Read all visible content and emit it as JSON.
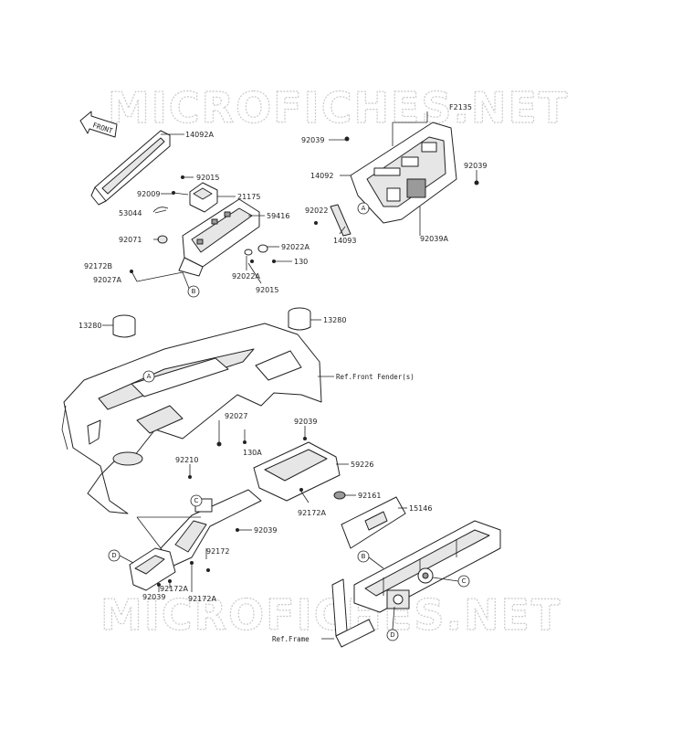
{
  "watermark": {
    "top": "MICROFICHES.NET",
    "bottom": "MICROFICHES.NET"
  },
  "front_arrow_label": "FRONT",
  "part_labels": [
    "14092A",
    "92015",
    "92009",
    "21175",
    "53044",
    "59416",
    "92071",
    "92022A",
    "92022A",
    "92172B",
    "130",
    "92027A",
    "92015",
    "F2135",
    "92039",
    "92039",
    "14092",
    "92022",
    "14093",
    "92039A",
    "13280",
    "13280",
    "Ref.Front Fender(s)",
    "92027",
    "92039",
    "130A",
    "59226",
    "92210",
    "92161",
    "92172A",
    "15146",
    "92039",
    "92172",
    "92172A",
    "92039",
    "92172A",
    "Ref.Frame"
  ],
  "callouts": [
    "A",
    "B",
    "A",
    "C",
    "D",
    "B",
    "C",
    "D"
  ]
}
